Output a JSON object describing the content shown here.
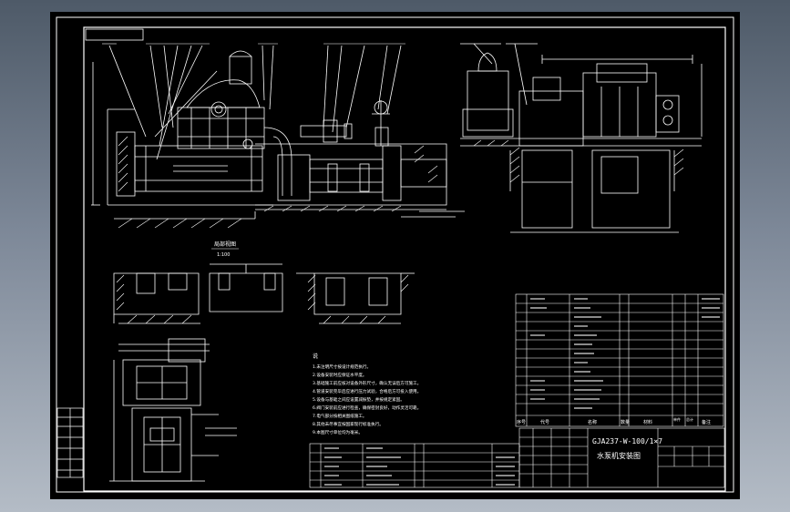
{
  "drawing": {
    "title_model": "GJA237-W-100/1×7",
    "title_name": "水泵机安装图",
    "section_label": "局部视图",
    "section_scale": "1:100",
    "notes_marker": "说",
    "notes": [
      "1.未注明尺寸按设计规范执行。",
      "2.设备安装时应保证水平度。",
      "3.基础施工前应核对设备外形尺寸，确认无误后方可施工。",
      "4.管道安装完毕后应进行压力试验，合格后方可投入使用。",
      "5.设备与基础之间应设置减振垫，并按规定紧固。",
      "6.阀门安装前应进行检查，确保密封良好，动作灵活可靠。",
      "7.电气部分按相关图纸施工。",
      "8.其他未尽事宜按国家现行标准执行。",
      "9.本图尺寸单位均为毫米。"
    ],
    "bom_headers": [
      "序号",
      "代号",
      "名称",
      "数量",
      "材料",
      "单件",
      "总计",
      "备注"
    ],
    "colors": {
      "background": "#000000",
      "lines": "#ffffff",
      "frame_bg_top": "#4e5a68",
      "frame_bg_bottom": "#b4bcc6"
    }
  }
}
